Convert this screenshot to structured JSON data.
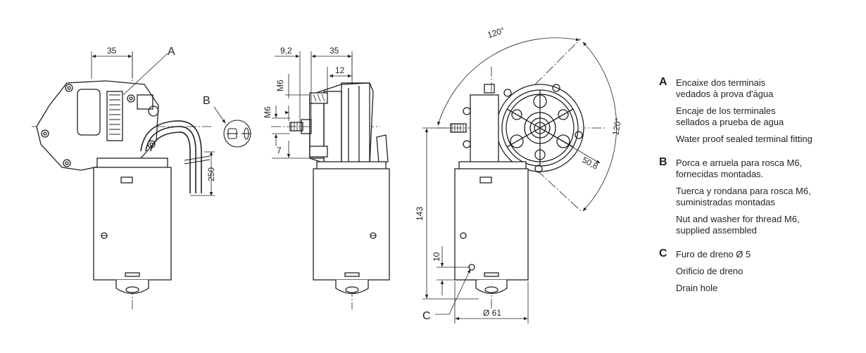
{
  "dimensions": {
    "d35_left": "35",
    "d9_2": "9,2",
    "d35_mid": "35",
    "d12": "12",
    "dM6_top": "M6",
    "dM6_side": "M6",
    "d7": "7",
    "d250": "250",
    "d143": "143",
    "d10": "10",
    "d61": "Ø 61",
    "d120_top": "120°",
    "d120_right": "120°",
    "d50_8": "50,8"
  },
  "callouts": {
    "a": "A",
    "b": "B",
    "c": "C"
  },
  "legend": [
    {
      "letter": "A",
      "lines": [
        "Encaixe dos terminais\nvedados à prova d'água",
        "Encaje de los terminales\nsellados a prueba de agua",
        "Water proof sealed terminal fitting"
      ]
    },
    {
      "letter": "B",
      "lines": [
        "Porca e arruela para rosca M6,\nfornecidas montadas.",
        "Tuerca y rondana para rosca M6,\nsuministradas montadas",
        "Nut and washer for thread M6,\nsupplied assembled"
      ]
    },
    {
      "letter": "C",
      "lines": [
        "Furo de dreno Ø 5",
        "Orificio de dreno",
        "Drain hole"
      ]
    }
  ]
}
